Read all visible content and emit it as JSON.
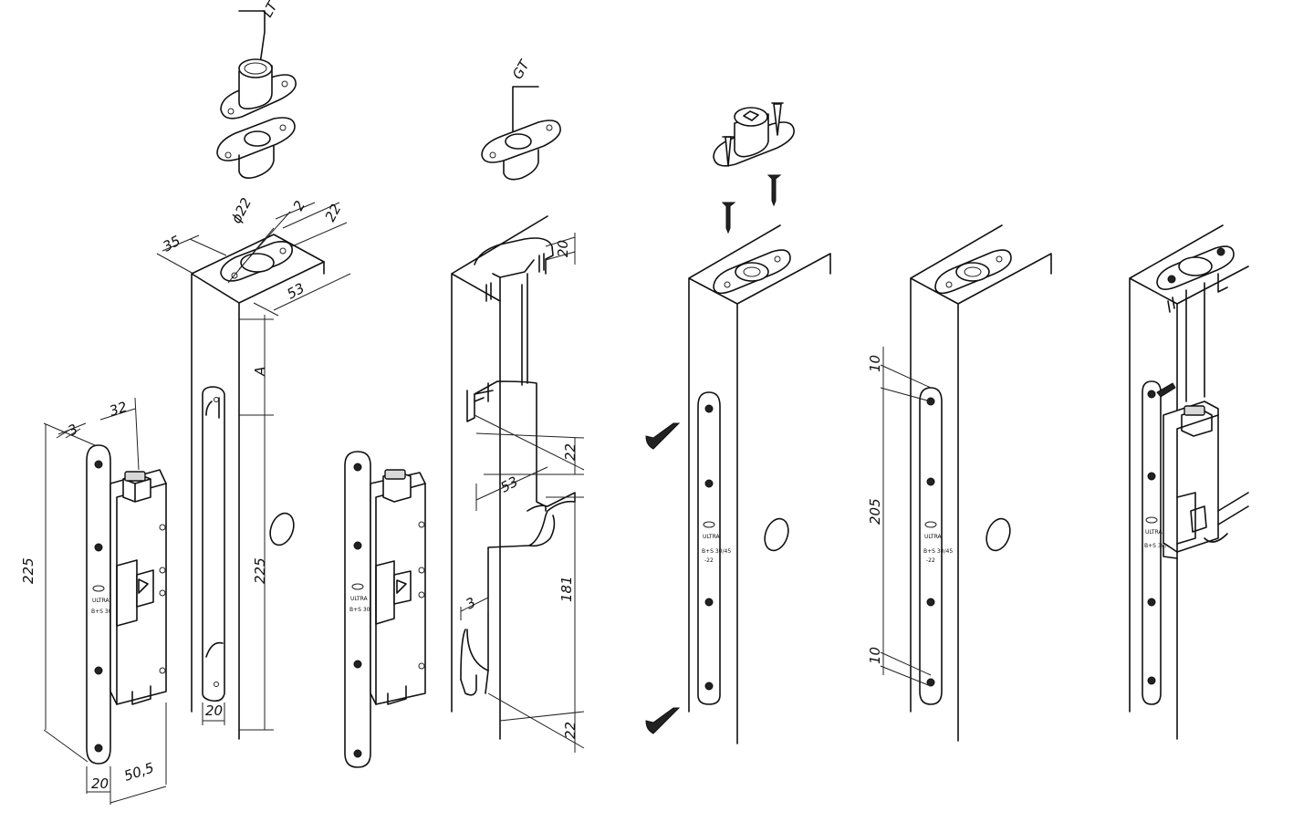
{
  "labels": {
    "lt": "LT",
    "gt": "GT",
    "phi22": "ϕ22"
  },
  "dimensions": {
    "strike_plate_length": "225",
    "strike_thickness": "3",
    "body_width": "32",
    "plate_width": "20",
    "body_depth": "50,5",
    "mortise_depth": "35",
    "rosette_offset": "2",
    "rosette_width": "22",
    "rosette_length": "53",
    "height_A": "A",
    "mortise_length": "225",
    "slot_width": "20",
    "cut_depth": "20",
    "top_notch": "22",
    "pocket_width": "53",
    "lower_length": "181",
    "bottom_notch": "22",
    "wall": "3",
    "top_hole_offset": "10",
    "hole_spacing": "205",
    "bottom_hole_offset": "10"
  },
  "engraving": {
    "brand": "ULTRA",
    "model_line1": "B+S 30/45",
    "model_line2": "-22"
  }
}
